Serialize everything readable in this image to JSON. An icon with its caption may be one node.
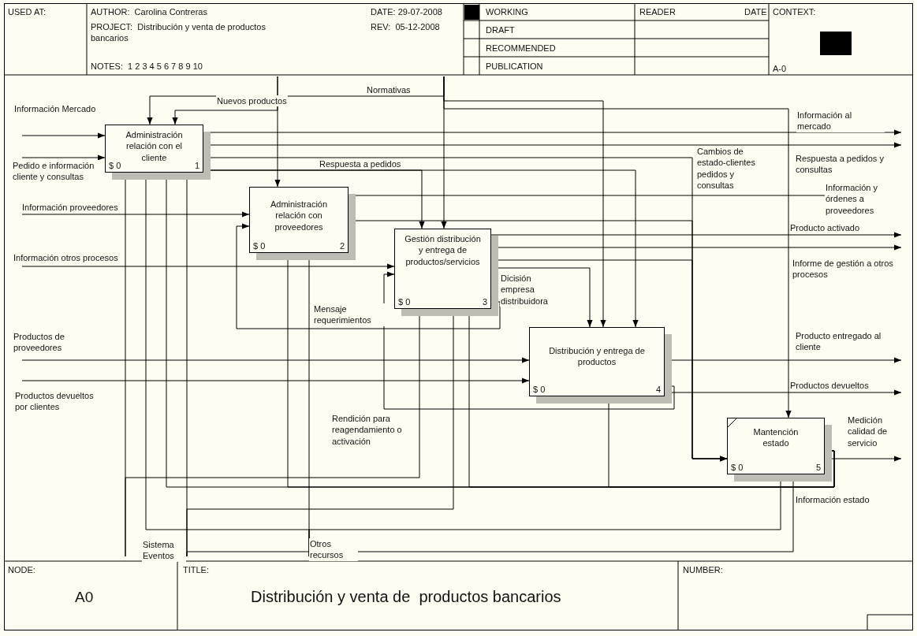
{
  "diagram": {
    "title": "Distribución y venta de  productos bancarios",
    "nodes": [
      {
        "text": [
          "Administración relación con el cliente",
          "$ 0",
          "1"
        ]
      },
      {
        "text": [
          "Administración relación con proveedores",
          "$ 0",
          "2"
        ]
      },
      {
        "text": [
          "Gestión distribución y entrega de productos/servicios",
          "$ 0",
          "3"
        ]
      },
      {
        "text": [
          "Distribución y entrega de productos",
          "$ 0",
          "4"
        ]
      },
      {
        "text": [
          "Mantención estado",
          "$ 0",
          "5"
        ]
      }
    ],
    "edges": [
      {
        "from": null,
        "to": 0,
        "arrow": "to",
        "label": "Información Mercado"
      },
      {
        "from": null,
        "to": 0,
        "arrow": "to",
        "label": "Pedido e información cliente y consultas"
      },
      {
        "from": null,
        "to": 0,
        "arrow": "to",
        "label": "Normativas"
      },
      {
        "from": null,
        "to": 2,
        "arrow": "to"
      },
      {
        "from": null,
        "to": 3,
        "arrow": "to"
      },
      {
        "from": null,
        "to": 4,
        "arrow": "to"
      },
      {
        "from": null,
        "to": 0,
        "arrow": "to",
        "label": "Nuevos productos"
      },
      {
        "from": null,
        "to": 1,
        "arrow": "to"
      },
      {
        "from": 0,
        "to": null,
        "arrow": "to",
        "label": "Información al mercado"
      },
      {
        "from": 0,
        "to": null,
        "arrow": "to",
        "label": "Respuesta a pedidos y consultas"
      },
      {
        "from": 0,
        "to": 4,
        "arrow": "to",
        "label": "Cambios de estado-clientes pedidos y consultas"
      },
      {
        "from": 0,
        "to": 2,
        "arrow": "to",
        "label": "Respuesta a pedidos"
      },
      {
        "from": 0,
        "to": 3,
        "arrow": "to"
      },
      {
        "from": null,
        "to": 1,
        "arrow": "to",
        "label": "Información proveedores"
      },
      {
        "from": 2,
        "to": 1,
        "arrow": "to",
        "label": "Mensaje requerimientos"
      },
      {
        "from": 1,
        "to": null,
        "arrow": "to",
        "label": "Información y órdenes a proveedores"
      },
      {
        "from": 1,
        "to": 4,
        "arrow": "to"
      },
      {
        "from": null,
        "to": 2,
        "arrow": "to",
        "label": "Información otros procesos"
      },
      {
        "from": 3,
        "to": 2,
        "arrow": "to",
        "label": "Rendición para reagendamiento o activación"
      },
      {
        "from": 2,
        "to": null,
        "arrow": "to",
        "label": "Producto activado"
      },
      {
        "from": 2,
        "to": null,
        "arrow": "to",
        "label": "Informe de gestión a otros procesos"
      },
      {
        "from": 2,
        "to": 4,
        "arrow": "to"
      },
      {
        "from": 2,
        "to": 3,
        "arrow": "to",
        "label": "Dicisión empresa distribuidora"
      },
      {
        "from": null,
        "to": 3,
        "arrow": "to",
        "label": "Productos de proveedores"
      },
      {
        "from": null,
        "to": 3,
        "arrow": "to",
        "label": "Productos devueltos por clientes"
      },
      {
        "from": 3,
        "to": null,
        "arrow": "to",
        "label": "Producto entregado al cliente"
      },
      {
        "from": 3,
        "to": null,
        "arrow": "to",
        "label": "Productos devueltos"
      },
      {
        "from": 4,
        "to": null,
        "arrow": "to",
        "label": "Medición calidad de servicio"
      },
      {
        "from": 4,
        "to": 0,
        "arrow": "to",
        "label": "Información estado"
      },
      {
        "from": 4,
        "to": 1,
        "arrow": "to"
      },
      {
        "from": 4,
        "to": 2,
        "arrow": "to"
      },
      {
        "from": 4,
        "to": 3,
        "arrow": "to"
      },
      {
        "from": null,
        "to": 0,
        "arrow": "to"
      },
      {
        "from": null,
        "to": 2,
        "arrow": "to"
      },
      {
        "from": null,
        "to": 0,
        "arrow": "to",
        "label": "Sistema Eventos"
      },
      {
        "from": null,
        "to": 2,
        "arrow": "to"
      },
      {
        "from": null,
        "to": 4,
        "arrow": "to"
      },
      {
        "from": null,
        "to": 1,
        "arrow": "to",
        "label": "Otros recursos"
      },
      {
        "from": null,
        "to": 0,
        "arrow": "to"
      },
      {
        "from": null,
        "to": 4,
        "arrow": "to"
      }
    ],
    "labels": [
      "USED AT:",
      "AUTHOR:  Carolina Contreras",
      "PROJECT:  Distribución y venta de productos bancarios",
      "NOTES:  1 2 3 4 5 6 7 8 9 10",
      "DATE: 29-07-2008",
      "REV:  05-12-2008",
      "WORKING",
      "DRAFT",
      "RECOMMENDED",
      "PUBLICATION",
      "READER",
      "DATE",
      "CONTEXT:",
      "A-0",
      "NODE:",
      "A0",
      "TITLE:",
      "NUMBER:"
    ]
  }
}
